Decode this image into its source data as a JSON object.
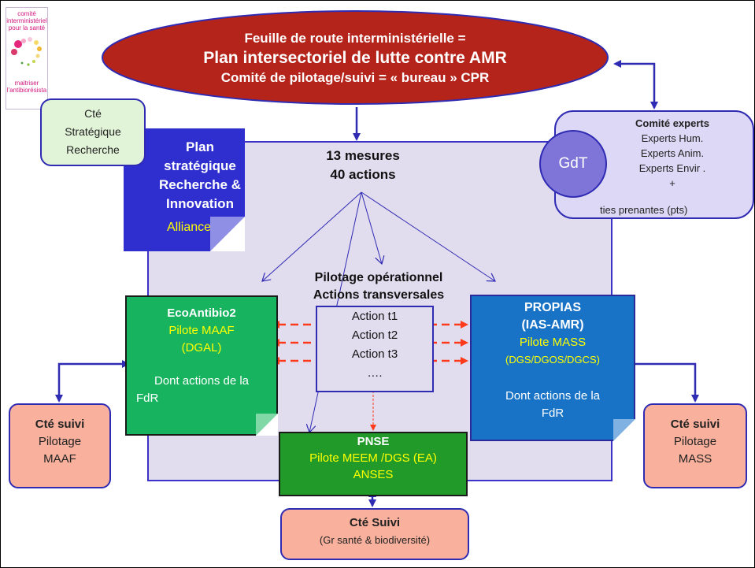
{
  "logo": {
    "line1": "comité",
    "line2": "interministériel",
    "line3": "pour la santé",
    "line4": "maitriser",
    "line5": "l'antibiorésista"
  },
  "roadmap": {
    "line1": "Feuille de route interministérielle =",
    "line2": "Plan intersectoriel de lutte contre AMR",
    "line3": "Comité de pilotage/suivi = « bureau » CPR"
  },
  "cte_strategique": {
    "line1": "Cté",
    "line2": "Stratégique",
    "line3": "Recherche"
  },
  "plan_strategique": {
    "line1": "Plan",
    "line2": "stratégique",
    "line3": "Recherche &",
    "line4": "Innovation",
    "line5": "Alliances"
  },
  "comite_experts": {
    "title": "Comité experts",
    "line1": "Experts Hum.",
    "line2": "Experts Anim.",
    "line3": "Experts Envir .",
    "line4": "+",
    "line5": "ties prenantes (pts)",
    "gdt": "GdT"
  },
  "mesures": {
    "line1": "13 mesures",
    "line2": "40 actions"
  },
  "pilotage_operationnel": {
    "line1": "Pilotage opérationnel",
    "line2": "Actions transversales"
  },
  "ecoantibio": {
    "title": "EcoAntibio2",
    "pilot": "Pilote MAAF",
    "org": "(DGAL)",
    "line1": "Dont actions de la",
    "line2": "FdR"
  },
  "propias": {
    "title": "PROPIAS",
    "subtitle": "(IAS-AMR)",
    "pilot": "Pilote MASS",
    "org": "(DGS/DGOS/DGCS)",
    "line1": "Dont actions de la",
    "line2": "FdR"
  },
  "actions": {
    "t1": "Action t1",
    "t2": "Action t2",
    "t3": "Action t3",
    "more": "…."
  },
  "pnse": {
    "title": "PNSE",
    "pilot": "Pilote MEEM /DGS (EA)",
    "org": "ANSES"
  },
  "suivi_maaf": {
    "title": "Cté suivi",
    "line1": "Pilotage",
    "line2": "MAAF"
  },
  "suivi_mass": {
    "title": "Cté suivi",
    "line1": "Pilotage",
    "line2": "MASS"
  },
  "suivi_gr": {
    "title": "Cté Suivi",
    "line1": "(Gr santé & biodiversité)"
  },
  "colors": {
    "ellipse": "#b5241b",
    "panel": "#e2dcef",
    "connector": "#2f2bb3",
    "dashed": "#ff3b1a",
    "ecoantibio": "#18b35f",
    "propias": "#1873c6",
    "pnse": "#229a2a",
    "suivi": "#f9b09c",
    "plan": "#2f2fd0",
    "highlight": "#ffff00"
  }
}
